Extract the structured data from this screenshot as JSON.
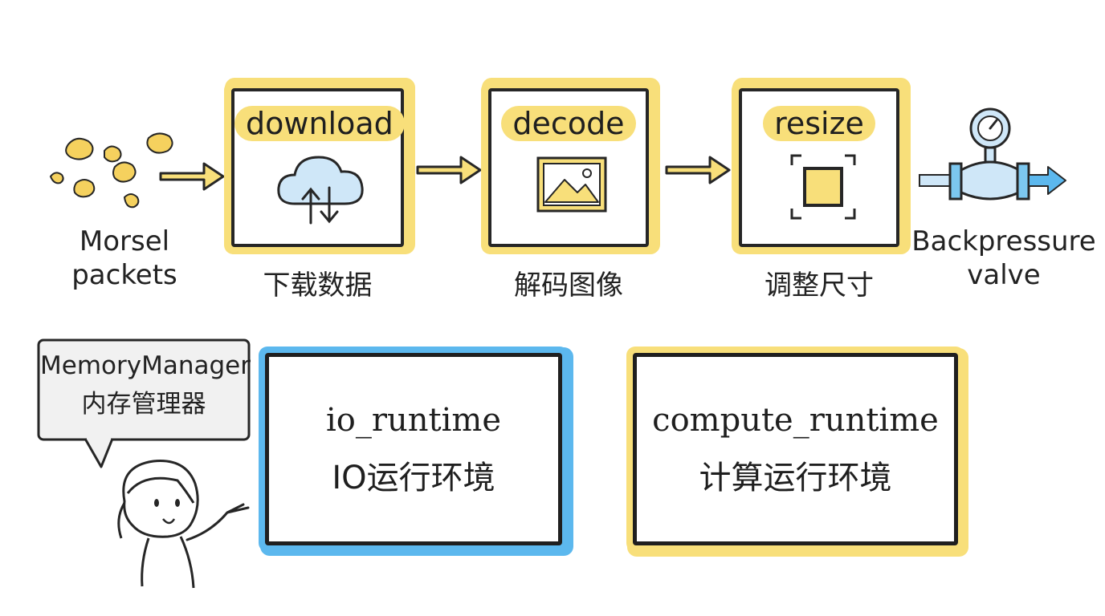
{
  "colors": {
    "accent_yellow": "#f8df7a",
    "accent_blue": "#5cb8ee",
    "ink": "#262626",
    "packet_yellow": "#f5d15e"
  },
  "input": {
    "caption_line1": "Morsel",
    "caption_line2": "packets",
    "icon": "packets-icon"
  },
  "stages": [
    {
      "label": "download",
      "caption": "下载数据",
      "icon": "cloud-upload-download-icon"
    },
    {
      "label": "decode",
      "caption": "解码图像",
      "icon": "image-icon"
    },
    {
      "label": "resize",
      "caption": "调整尺寸",
      "icon": "crop-icon"
    }
  ],
  "output": {
    "caption_line1": "Backpressure",
    "caption_line2": "valve",
    "icon": "pressure-valve-icon"
  },
  "memory_manager": {
    "line1": "MemoryManager",
    "line2": "内存管理器"
  },
  "runtimes": [
    {
      "name": "io_runtime",
      "label": "IO运行环境",
      "color": "#5cb8ee"
    },
    {
      "name": "compute_runtime",
      "label": "计算运行环境",
      "color": "#f8df7a"
    }
  ]
}
